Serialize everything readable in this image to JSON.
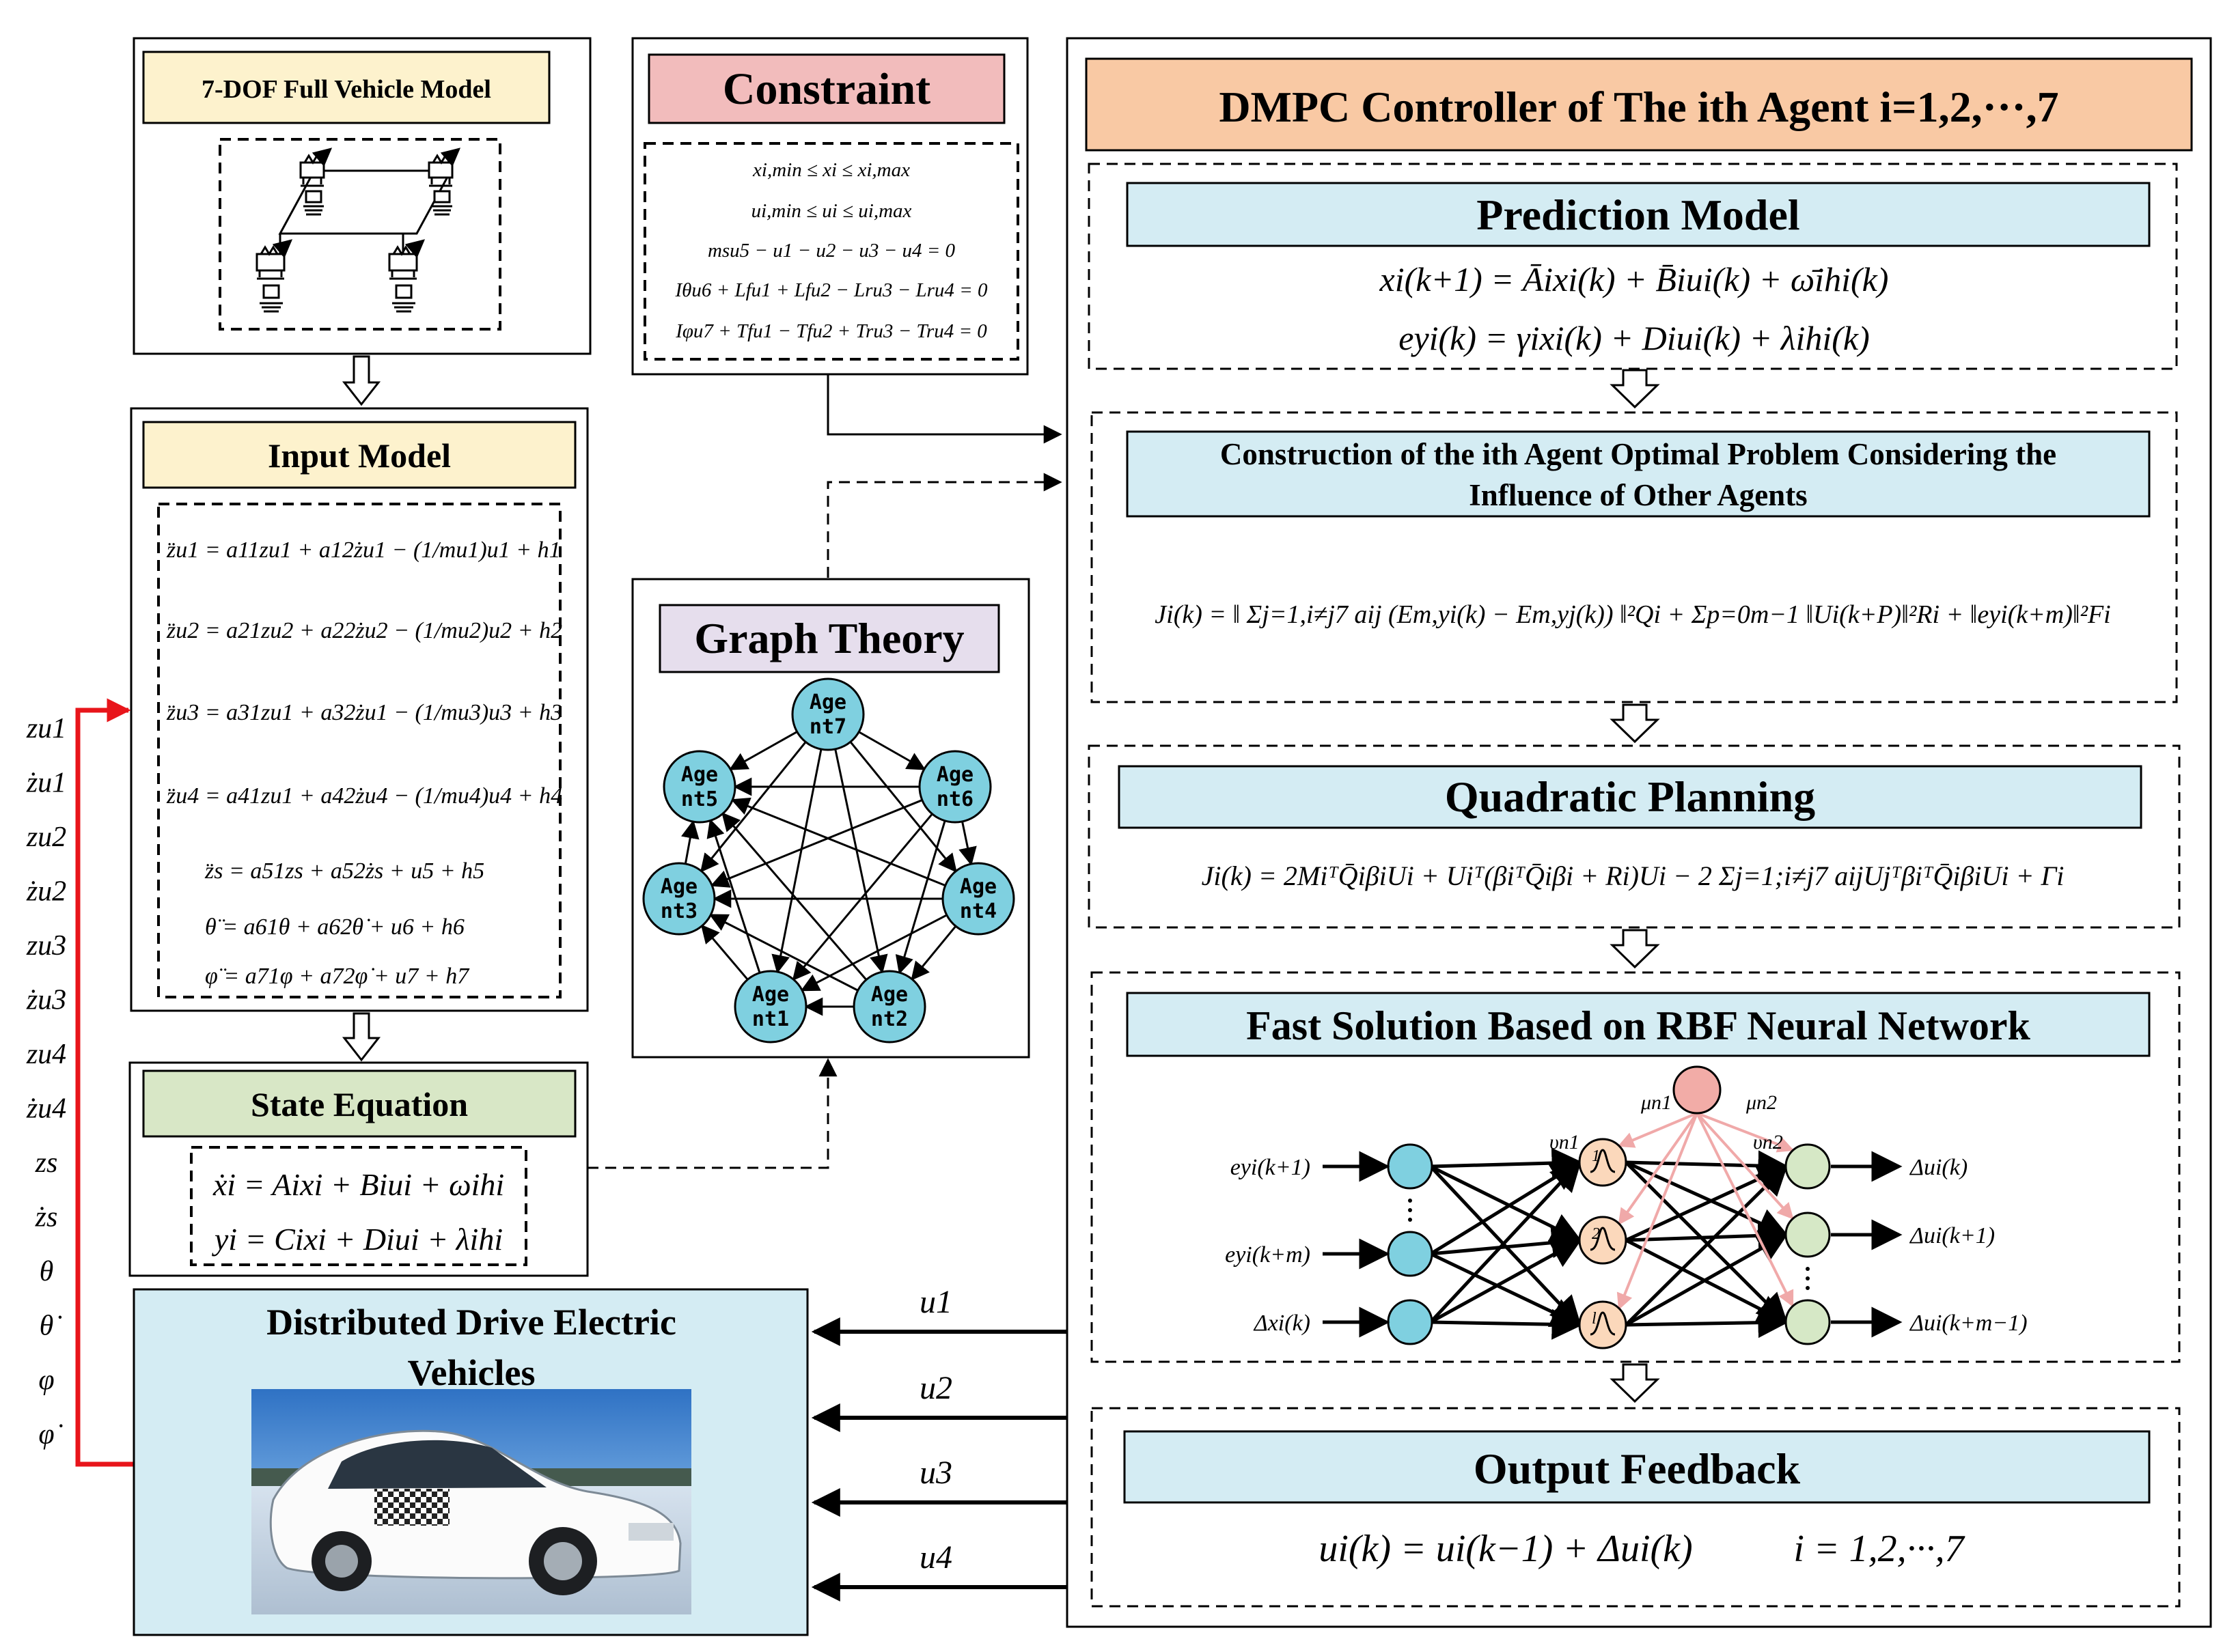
{
  "colors": {
    "cream": "#fdf2cd",
    "pink": "#f2bcbc",
    "lavender": "#e6deed",
    "green": "#d8e7c6",
    "orange": "#f9c9a4",
    "lightblue": "#d4ecf3",
    "node_blue": "#7fd0e0",
    "node_peach": "#fbd8bb",
    "node_green": "#d6e8c6",
    "node_rbf": "#f2aca7",
    "red_arrow": "#e8151b",
    "pink_arrow": "#f0a9a9"
  },
  "vehicle_model": {
    "title": "7-DOF Full Vehicle Model",
    "icon": "suspension-schematic-icon"
  },
  "input_model": {
    "title": "Input Model",
    "equations": [
      "z̈u1 = a11zu1 + a12żu1 − (1/mu1)u1 + h1",
      "z̈u2 = a21zu2 + a22żu2 − (1/mu2)u2 + h2",
      "z̈u3 = a31zu1 + a32żu1 − (1/mu3)u3 + h3",
      "z̈u4 = a41zu1 + a42żu4 − (1/mu4)u4 + h4",
      "z̈s = a51zs + a52żs + u5 + h5",
      "θ̈ = a61θ + a62θ̇ + u6 + h6",
      "φ̈ = a71φ + a72φ̇ + u7 + h7"
    ]
  },
  "state_equation": {
    "title": "State Equation",
    "equations": [
      "ẋi = Aixi + Biui + ωihi",
      "yi = Cixi + Diui + λihi"
    ]
  },
  "constraint": {
    "title": "Constraint",
    "equations": [
      "xi,min ≤ xi ≤ xi,max",
      "ui,min ≤ ui ≤ ui,max",
      "msu5 − u1 − u2 − u3 − u4 = 0",
      "Iθu6 + Lfu1 + Lfu2 − Lru3 − Lru4 = 0",
      "Iφu7 + Tfu1 − Tfu2 + Tru3 − Tru4 = 0"
    ]
  },
  "graph_theory": {
    "title": "Graph Theory",
    "agents": [
      {
        "id": "agent7",
        "line1": "Age",
        "line2": "nt7"
      },
      {
        "id": "agent6",
        "line1": "Age",
        "line2": "nt6"
      },
      {
        "id": "agent4",
        "line1": "Age",
        "line2": "nt4"
      },
      {
        "id": "agent2",
        "line1": "Age",
        "line2": "nt2"
      },
      {
        "id": "agent1",
        "line1": "Age",
        "line2": "nt1"
      },
      {
        "id": "agent3",
        "line1": "Age",
        "line2": "nt3"
      },
      {
        "id": "agent5",
        "line1": "Age",
        "line2": "nt5"
      }
    ]
  },
  "state_variables": [
    "zu1",
    "żu1",
    "zu2",
    "żu2",
    "zu3",
    "żu3",
    "zu4",
    "żu4",
    "zs",
    "żs",
    "θ",
    "θ̇",
    "φ",
    "φ̇"
  ],
  "vehicles": {
    "title_line1": "Distributed Drive Electric",
    "title_line2": "Vehicles",
    "photo_icon": "electric-car-photo-icon",
    "inputs": [
      "u1",
      "u2",
      "u3",
      "u4"
    ]
  },
  "dmpc": {
    "title": "DMPC Controller of The ith Agent i=1,2,···,7",
    "prediction": {
      "title": "Prediction Model",
      "equations": [
        "xi(k+1) = Āixi(k) + B̄iui(k) + ω̄ihi(k)",
        "eyi(k) = γixi(k) + Diui(k) + λihi(k)"
      ]
    },
    "construction": {
      "title_line1": "Construction of the ith Agent Optimal Problem Considering the",
      "title_line2": "Influence of Other Agents",
      "equation": "Ji(k) = ‖ Σj=1,i≠j7 aij (Em,yi(k) − Em,yj(k)) ‖²Qi + Σp=0m−1 ‖Ui(k+P)‖²Ri + ‖eyi(k+m)‖²Fi"
    },
    "quadratic": {
      "title": "Quadratic Planning",
      "equation": "Ji(k) = 2MiᵀQ̄iβiUi + Uiᵀ(βiᵀQ̄iβi + Ri)Ui − 2 Σj=1;i≠j7 aijUjᵀβiᵀQ̄iβiUi + Γi"
    },
    "rbf": {
      "title": "Fast Solution Based on RBF Neural Network",
      "inputs": [
        "eyi(k+1)",
        "eyi(k+m)",
        "Δxi(k)"
      ],
      "outputs": [
        "Δui(k)",
        "Δui(k+1)",
        "Δui(k+m−1)"
      ],
      "hidden": [
        "1",
        "2",
        "l"
      ],
      "labels": {
        "mu1": "μn1",
        "mu2": "μn2",
        "v1": "υn1",
        "v2": "υn2"
      }
    },
    "output": {
      "title": "Output Feedback",
      "equation": "ui(k) = ui(k−1) + Δui(k)",
      "index": "i = 1,2,···,7"
    }
  }
}
